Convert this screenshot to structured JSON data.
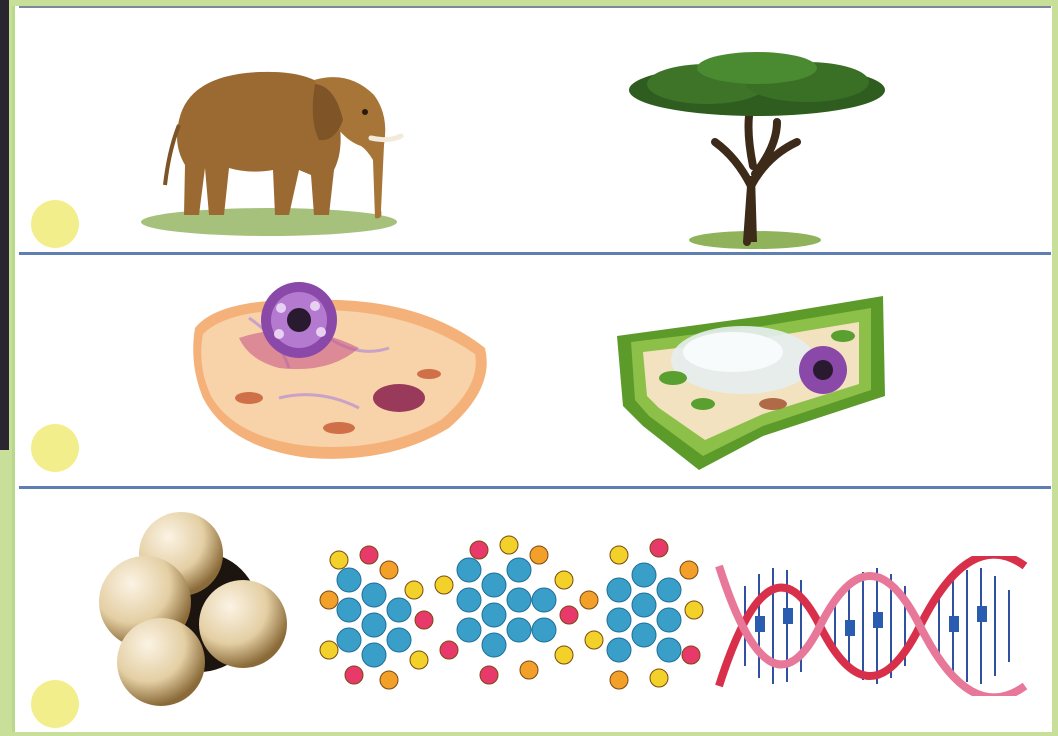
{
  "rows": [
    {
      "id": "organisms",
      "items": [
        "elephant",
        "acacia-tree"
      ]
    },
    {
      "id": "cells",
      "items": [
        "animal-cell",
        "plant-cell"
      ]
    },
    {
      "id": "molecules",
      "items": [
        "methane-molecule",
        "protein-molecule",
        "dna-double-helix"
      ]
    }
  ],
  "colors": {
    "background": "#c8df9a",
    "separator": "#5f7fb2",
    "marker": "#f3ee8c"
  }
}
